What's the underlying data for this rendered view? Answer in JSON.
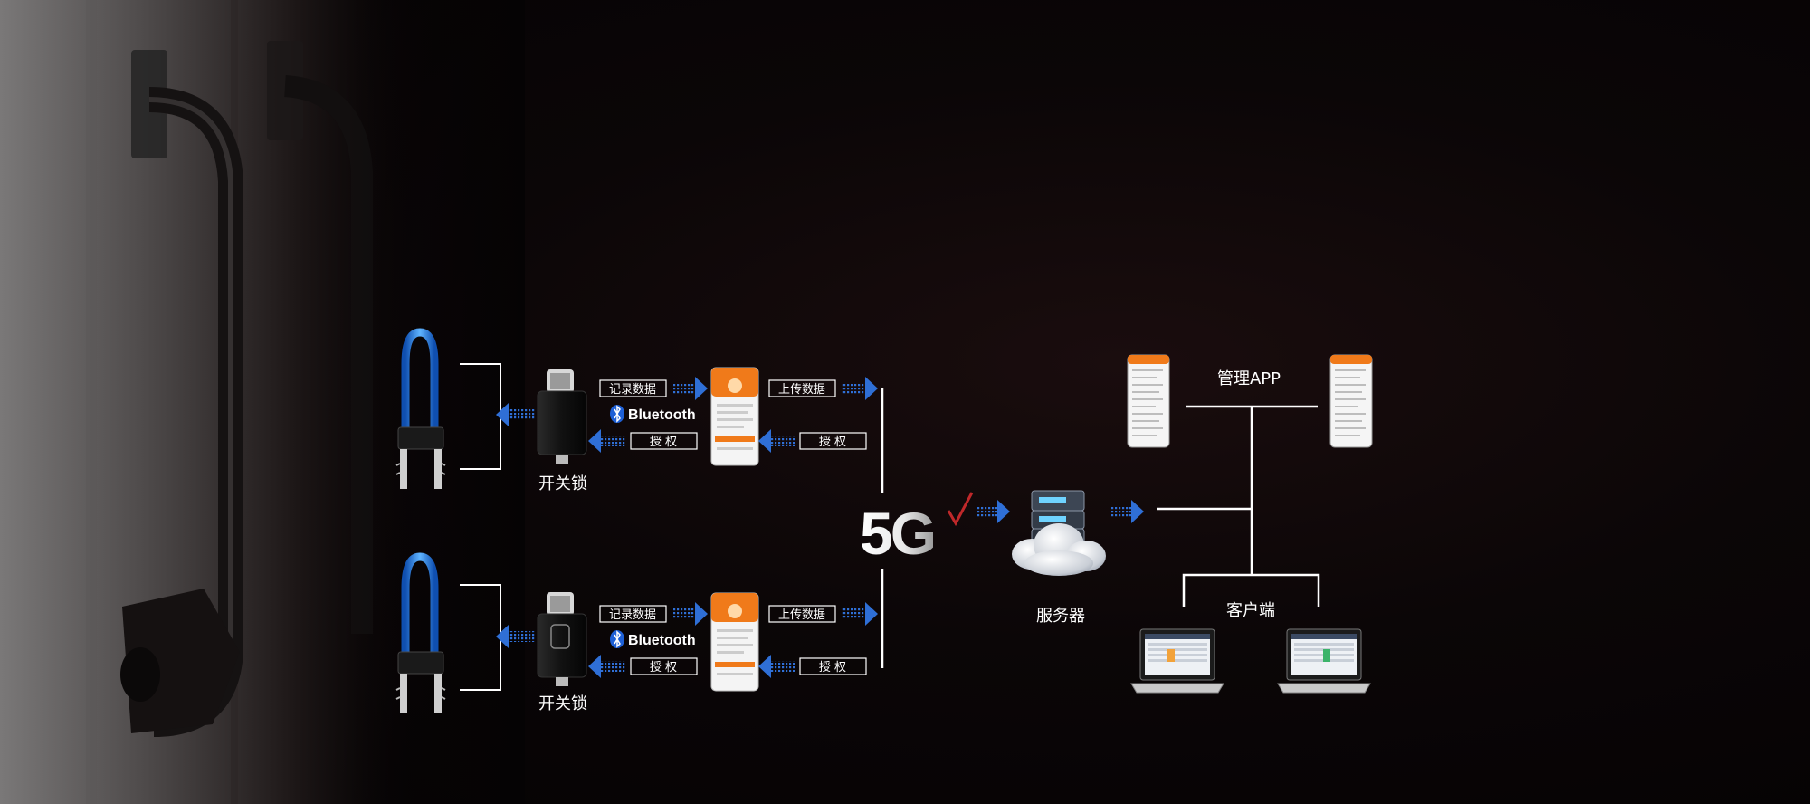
{
  "labels": {
    "record_data": "记录数据",
    "upload_data": "上传数据",
    "authorize": "授 权",
    "bluetooth": "Bluetooth",
    "lock_caption": "开关锁",
    "network": "5G",
    "server": "服务器",
    "admin_app": "管理APP",
    "client": "客户端"
  },
  "colors": {
    "accent_blue": "#2d8cff",
    "arrow_blue": "#2f6fd6",
    "line_white": "#ffffff",
    "app_orange": "#f07a1a",
    "five_g_red": "#c0282a"
  },
  "icons": {
    "lock": "u-shackle-lock-icon",
    "key": "electronic-key-icon",
    "phone": "smartphone-app-icon",
    "server": "cloud-server-icon",
    "laptop": "laptop-icon",
    "bluetooth": "bluetooth-icon"
  }
}
